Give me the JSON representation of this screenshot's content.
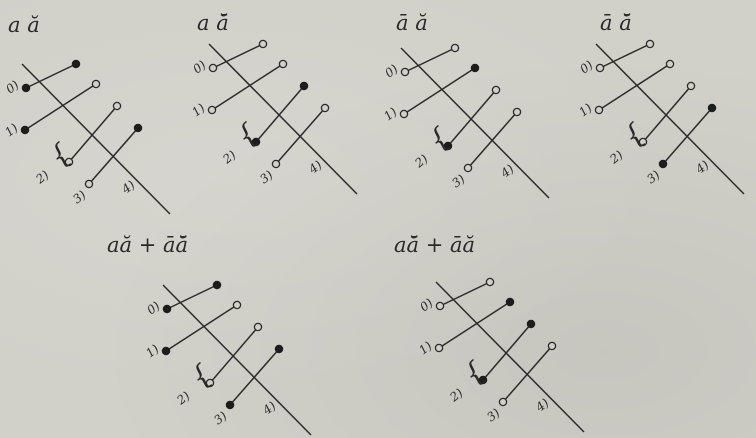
{
  "row_labels": [
    "0)",
    "1)",
    "2)",
    "3)",
    "4)"
  ],
  "diagrams": [
    {
      "id": "d1",
      "caption": "a ă",
      "caption_parts": {
        "left": "a",
        "left_bar": false,
        "right": "ă",
        "right_bar": false
      },
      "dots": {
        "b0": "filled",
        "t0": "filled",
        "b1": "filled",
        "t1": "hollow",
        "b2": "hollow",
        "t2": "hollow",
        "b3": "hollow",
        "t3": "filled"
      }
    },
    {
      "id": "d2",
      "caption": "a ă̄",
      "caption_parts": {
        "left": "a",
        "left_bar": false,
        "right": "ă",
        "right_bar": true
      },
      "dots": {
        "b0": "hollow",
        "t0": "hollow",
        "b1": "hollow",
        "t1": "hollow",
        "b2": "filled",
        "t2": "filled",
        "b3": "hollow",
        "t3": "hollow"
      }
    },
    {
      "id": "d3",
      "caption": "ā ă",
      "caption_parts": {
        "left": "a",
        "left_bar": true,
        "right": "ă",
        "right_bar": false
      },
      "dots": {
        "b0": "hollow",
        "t0": "hollow",
        "b1": "hollow",
        "t1": "filled",
        "b2": "filled",
        "t2": "hollow",
        "b3": "hollow",
        "t3": "hollow"
      }
    },
    {
      "id": "d4",
      "caption": "ā ă̄",
      "caption_parts": {
        "left": "a",
        "left_bar": true,
        "right": "ă",
        "right_bar": true
      },
      "dots": {
        "b0": "hollow",
        "t0": "hollow",
        "b1": "hollow",
        "t1": "hollow",
        "b2": "hollow",
        "t2": "hollow",
        "b3": "filled",
        "t3": "filled"
      }
    },
    {
      "id": "d5",
      "caption": "aă + āă̄",
      "caption_parts": {
        "left": "a",
        "left_bar": false,
        "right": "ă",
        "right_bar": false,
        "op": "+",
        "left2": "a",
        "left2_bar": true,
        "right2": "ă",
        "right2_bar": true
      },
      "dots": {
        "b0": "filled",
        "t0": "filled",
        "b1": "filled",
        "t1": "hollow",
        "b2": "hollow",
        "t2": "hollow",
        "b3": "filled",
        "t3": "filled"
      }
    },
    {
      "id": "d6",
      "caption": "aă̄ + āă",
      "caption_parts": {
        "left": "a",
        "left_bar": false,
        "right": "ă",
        "right_bar": true,
        "op": "+",
        "left2": "a",
        "left2_bar": true,
        "right2": "ă",
        "right2_bar": false
      },
      "dots": {
        "b0": "hollow",
        "t0": "hollow",
        "b1": "hollow",
        "t1": "filled",
        "b2": "filled",
        "t2": "filled",
        "b3": "hollow",
        "t3": "hollow"
      }
    }
  ]
}
